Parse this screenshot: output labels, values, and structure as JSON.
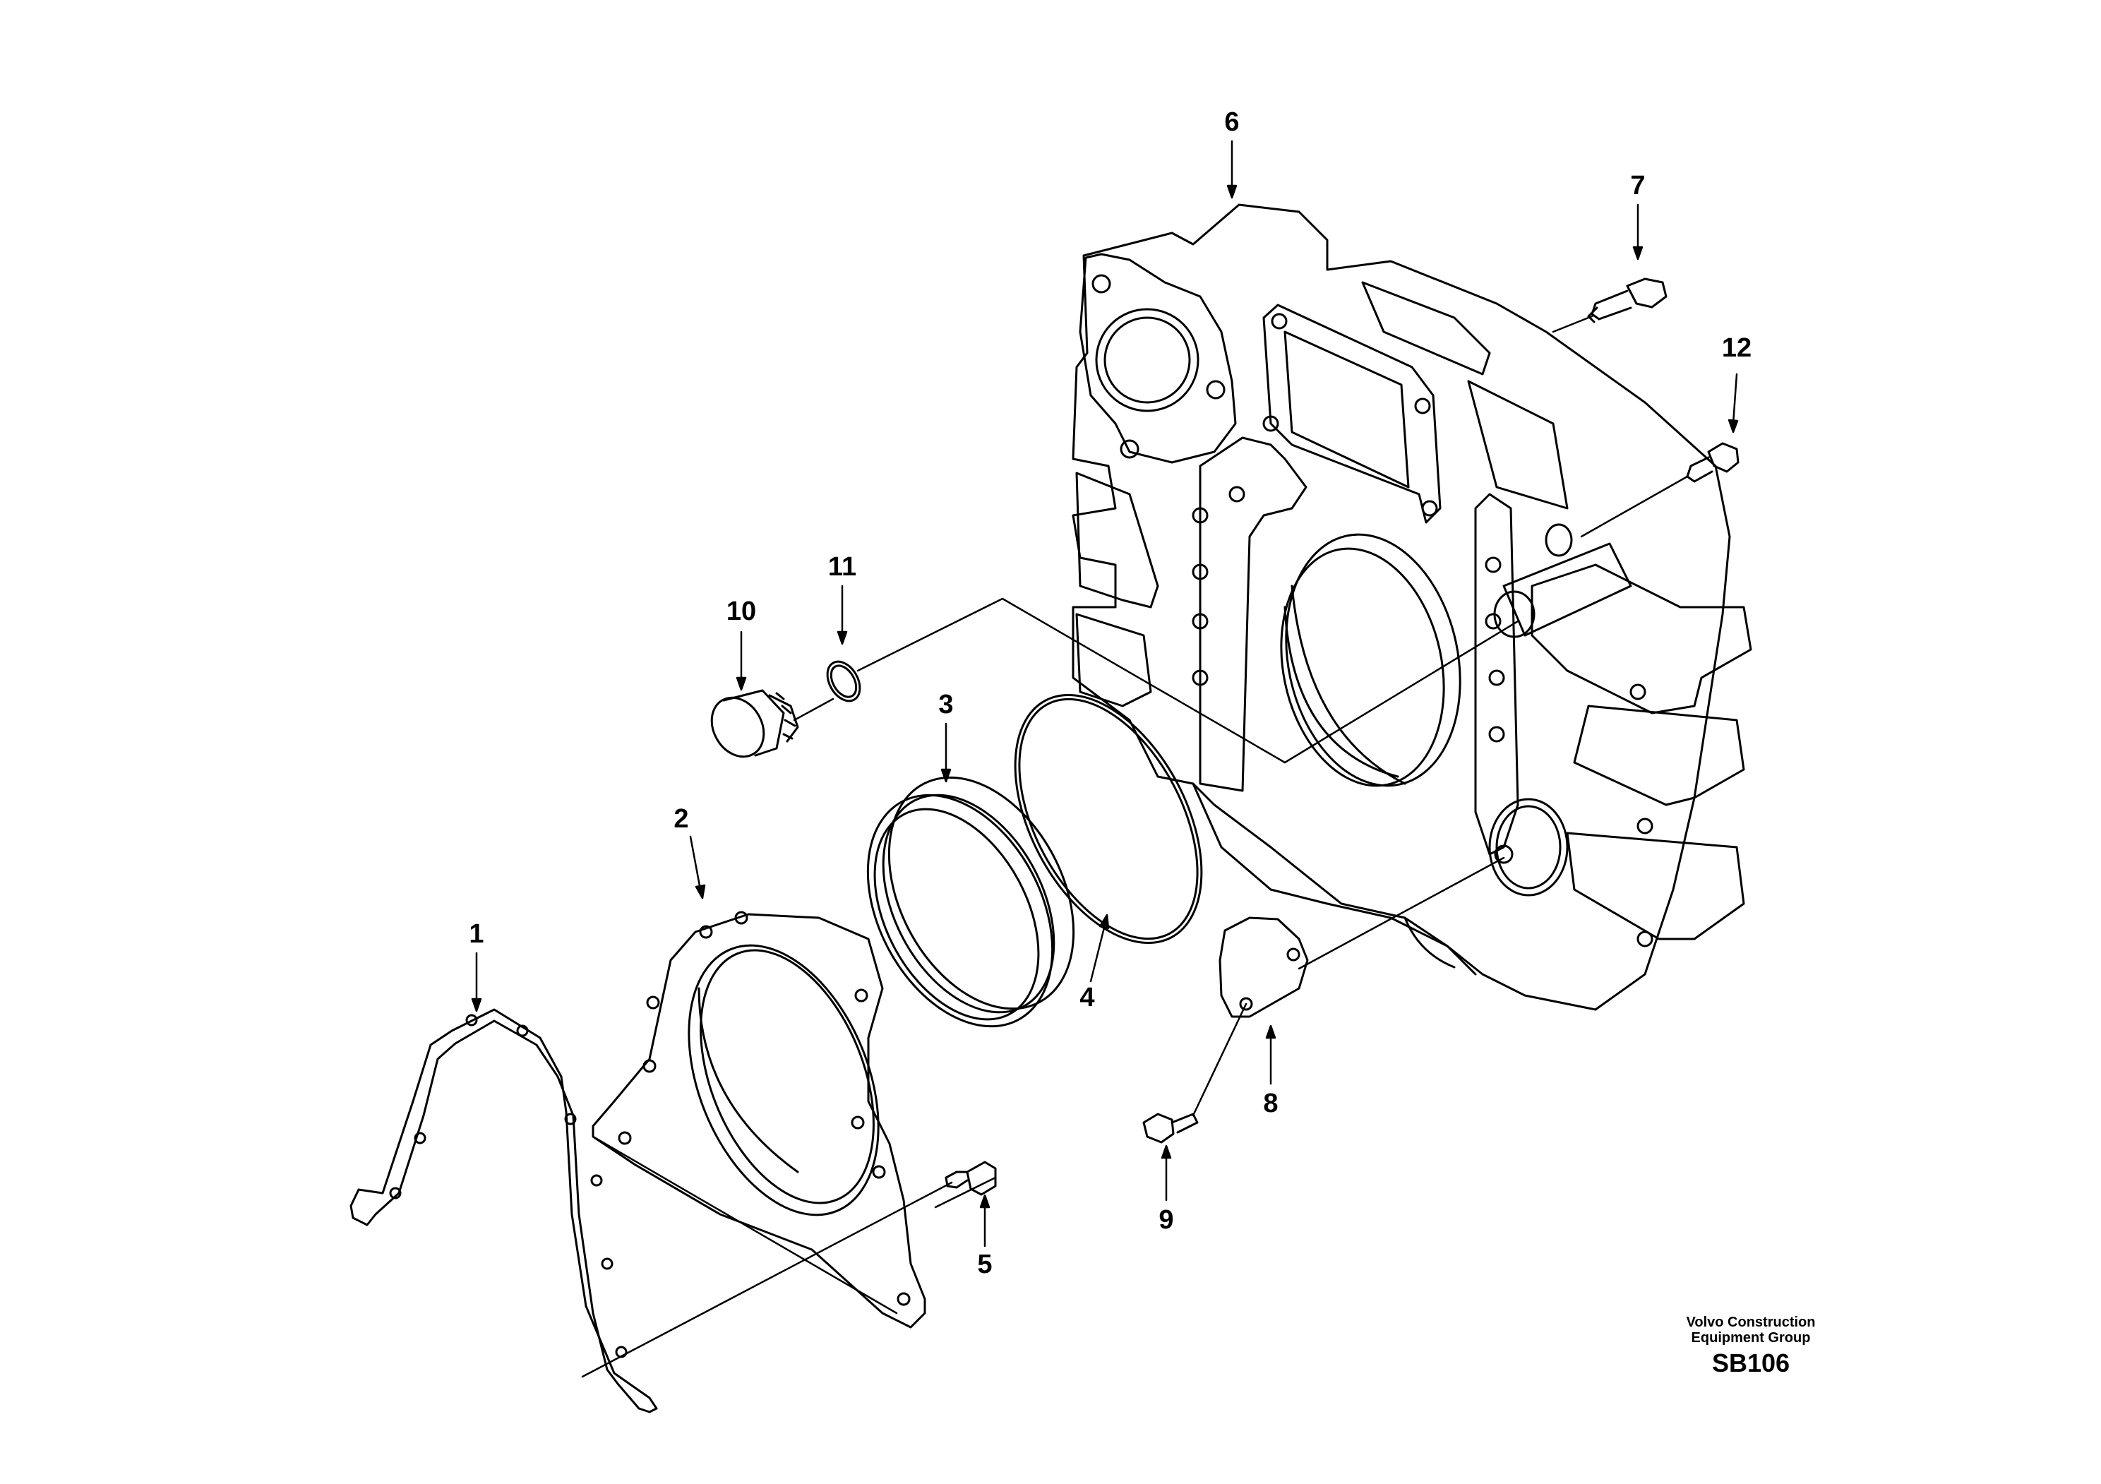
{
  "callouts": [
    "1",
    "2",
    "3",
    "4",
    "5",
    "6",
    "7",
    "8",
    "9",
    "10",
    "11",
    "12"
  ],
  "footer": {
    "company_line1": "Volvo Construction",
    "company_line2": "Equipment Group",
    "code": "SB106"
  }
}
